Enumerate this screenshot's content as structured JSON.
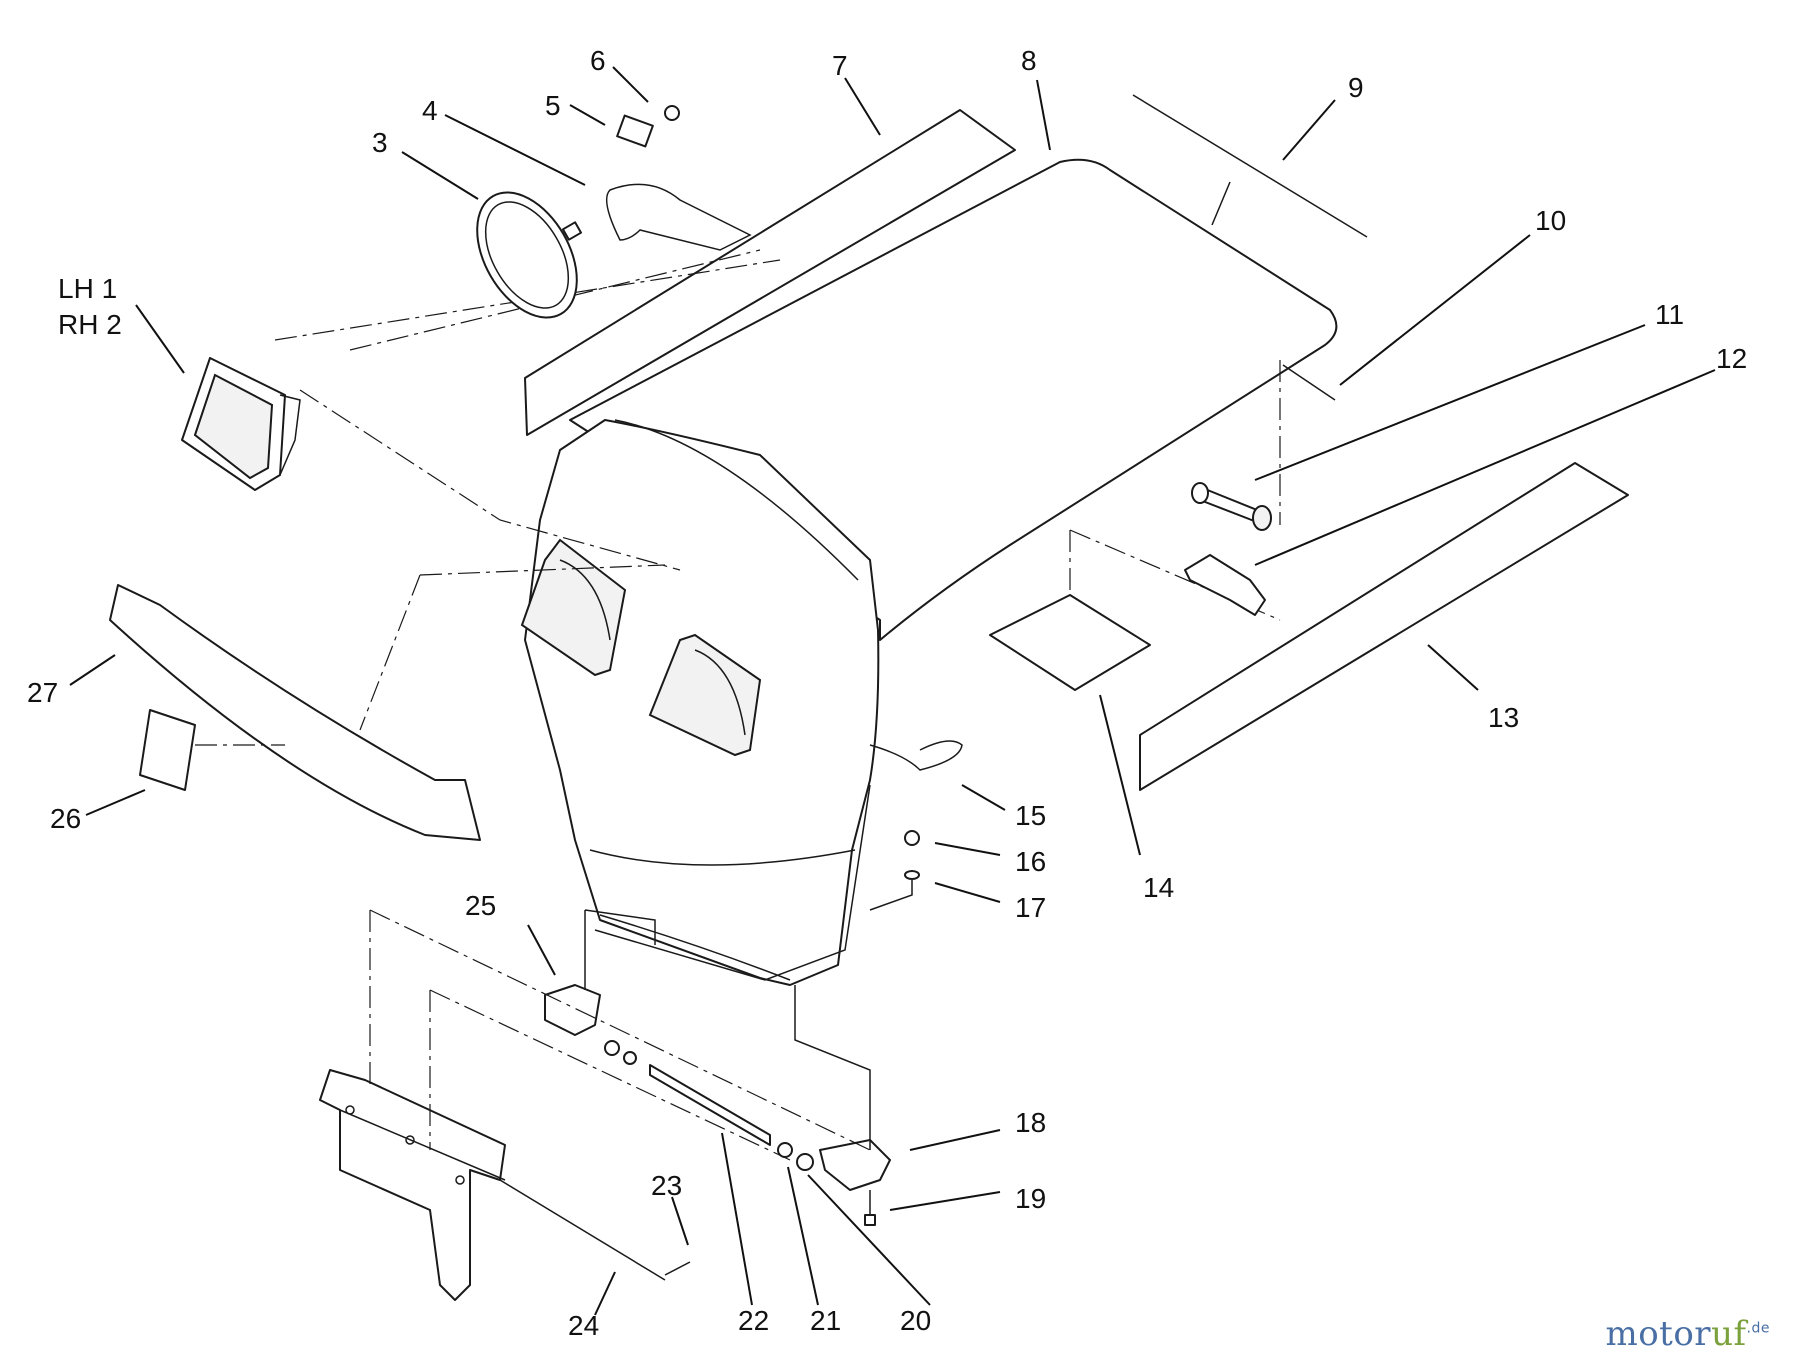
{
  "callouts": {
    "c1a": "LH 1",
    "c1b": "RH 2",
    "c3": "3",
    "c4": "4",
    "c5": "5",
    "c6": "6",
    "c7": "7",
    "c8": "8",
    "c9": "9",
    "c10": "10",
    "c11": "11",
    "c12": "12",
    "c13": "13",
    "c14": "14",
    "c15": "15",
    "c16": "16",
    "c17": "17",
    "c18": "18",
    "c19": "19",
    "c20": "20",
    "c21": "21",
    "c22": "22",
    "c23": "23",
    "c24": "24",
    "c25": "25",
    "c26": "26",
    "c27": "27"
  },
  "watermark": {
    "main": "motor",
    "accent": "uf",
    "suffix": ".de"
  }
}
